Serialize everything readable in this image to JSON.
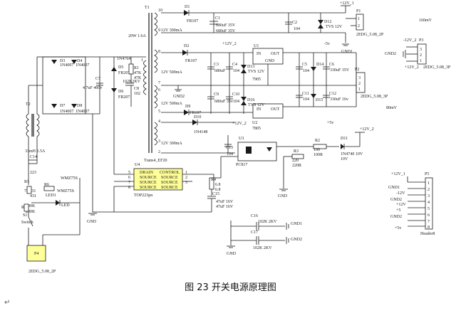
{
  "caption": "图 23 开关电源原理图",
  "paragraph_mark": "↵",
  "labels": {
    "t1": "T1",
    "t1_rating": "20W  1.6A",
    "t2": "T2",
    "t2_rating": "33mH 1.5A",
    "c14": "C14",
    "c14_val": "223",
    "w_10": "10",
    "w_9": "9",
    "w_8": "8",
    "w_7": "7",
    "w_6": "6",
    "w_5": "5",
    "w_4": "4",
    "w_3": "3",
    "w_2": "2",
    "w_1": "1",
    "t1_model": "Trans4_EF20",
    "s1_12v": "12V   300mA",
    "s2_12v": "12V   500mA",
    "s3_12v": "12V   500mA",
    "s4_12v": "12V   300mA",
    "d1": "D1",
    "d1_val": "FR107",
    "d2": "D2",
    "d2_val": "FR107",
    "d9": "D9",
    "d9_val": "FR107",
    "d10": "D10",
    "d10_val": "1N4148",
    "c1": "C1",
    "c1_val_a": "680uF 35V",
    "c1_val_b": "680uF 35V",
    "c2": "C2",
    "c2_val": "104",
    "d12": "D12",
    "d12_val": "TVS 12V",
    "v12_1_top": "+12V_1",
    "p1": "P1",
    "p1_model": "2EDG_5.08_2P",
    "gnd1_a": "GND1",
    "ripple_160": "160mV",
    "p3": "P3",
    "p3_m12": "-12V_2",
    "p3_gnd2": "GND2",
    "p3_p12": "+12V_2",
    "p3_model": "2EDG_5.08_3P",
    "c3": "C3",
    "c3_val": "680uF",
    "c4": "C4",
    "c4_val": "104",
    "d13": "D13",
    "d13_val": "TVS 12V",
    "u1": "U1",
    "u1_in": "IN",
    "u1_out": "OUT",
    "u1_gnd": "GND",
    "u1_model": "7905",
    "c5": "C5",
    "c5_val": "104",
    "c6": "C6",
    "c6_val": "330uF 35V",
    "d14": "D14",
    "p2": "P2",
    "p2_model": "2EDG_5.08_3P",
    "v5_a": "-5v",
    "v12_2_a": "+12V_2",
    "gnd2_a": "GND2",
    "c9": "C9",
    "c9_val": "680uF 35v",
    "c10": "C10",
    "c10_val": "104",
    "d16": "D16",
    "d16_val": "TVS 12V",
    "u2": "U2",
    "u2_in": "IN",
    "u2_out": "OUT",
    "u2_model": "7805",
    "c11": "C11",
    "c11_val": "104",
    "c12": "C12",
    "c12_val": "330uF 16v",
    "d15": "D15",
    "ripple_80": "80mV",
    "v12_2_b": "+12V_2",
    "v5_b": "+5v",
    "c13": "C13",
    "c13_val": "104",
    "u3": "U3",
    "u3_model": "PC817",
    "r2": "R2",
    "r2_val": "100",
    "r2_val2": "100R",
    "r3": "R3",
    "r3_val": "220",
    "r3_val2": "220R",
    "d11": "D11",
    "d11_val": "1N4740 10V",
    "d11_val2": "10V",
    "v12_2_c": "+12V_2",
    "gnd_a": "GND",
    "u4": "U4",
    "u4_drain": "DRAIN",
    "u4_control": "CONTROL",
    "u4_source": "SOURCE",
    "u4_model": "TOP223pn",
    "u4_p5": "5",
    "u4_p6": "6",
    "u4_p7": "7",
    "u4_p8": "8",
    "u4_p1": "1",
    "u4_p2": "2",
    "u4_p3": "3",
    "r4": "R4",
    "r4_val": "6.8",
    "r4_val2": "6.8",
    "c15": "C15",
    "c15_val": "47uF 16V",
    "c15_val2": "47uF 16V",
    "gnd_b": "GND",
    "c16": "C16",
    "c16_val": "102K 2KV",
    "gnd1_b": "GND1",
    "c17": "C17",
    "c17_val": "102K 2KV",
    "gnd2_b": "GND2",
    "gnd_c": "GND",
    "d3": "D3",
    "d4": "D4",
    "d7": "D7",
    "d8": "D8",
    "d_bridge_val": "1N4007",
    "c7": "C7",
    "c7_val": "4.7uF 400v",
    "c8": "C8",
    "c8_val": "102",
    "d5": "D5",
    "d5_val": "1N4764",
    "d6": "D6",
    "d6_val": "FR207",
    "d5_val2": "FR207",
    "r1": "R1",
    "r1_val": "47K",
    "r1_val2": "47K",
    "c8_val2": "102K2KV",
    "r5": "R5",
    "r5_val": "7D431",
    "r5_val2": "431",
    "r6": "R6",
    "r6_val": "WMZ75S",
    "r6_val2": "WMZ75S",
    "led1": "LED1",
    "led1_val": "LED",
    "r7": "R7",
    "r7_val": "200K",
    "r7_val2": "200K",
    "s1": "S1",
    "switch": "Switch",
    "p4": "P4",
    "p4_model": "2EDG_5.08_2P",
    "p5": "P5",
    "p5_model": "Header8",
    "p5_v12_1": "+12V_1",
    "p5_gnd1": "GND1",
    "p5_m12": "-12V",
    "p5_gnd2_a": "GND2",
    "p5_p12": "+12V",
    "p5_p5": "+5",
    "p5_gnd2_b": "GND2",
    "p5_5v": "+5v",
    "pin_1": "1",
    "pin_2": "2",
    "pin_3": "3",
    "pin_4": "4",
    "pin_5": "5",
    "pin_6": "6",
    "pin_7": "7",
    "pin_8": "8",
    "m5v_top": "-5v",
    "v12_top": "+12V_2",
    "gnd_top": "GND1"
  }
}
